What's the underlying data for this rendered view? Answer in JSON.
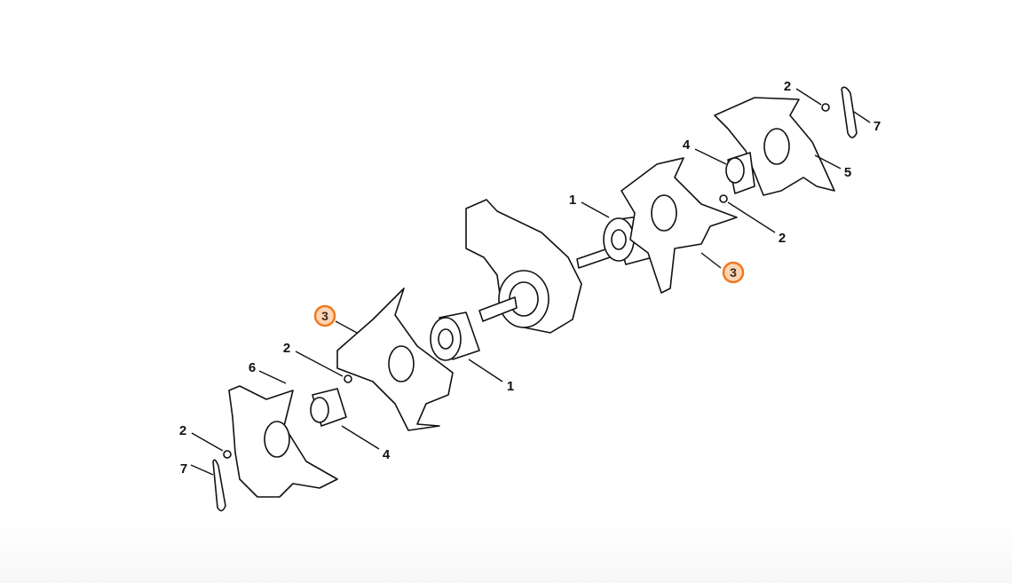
{
  "diagram": {
    "title": "Tiller tine assembly exploded view",
    "highlight_color": "#f07820",
    "highlight_fill": "#fdd5b5",
    "callouts": [
      {
        "label": "3",
        "highlighted": true
      },
      {
        "label": "3",
        "highlighted": true
      },
      {
        "label": "1",
        "highlighted": false
      },
      {
        "label": "1",
        "highlighted": false
      },
      {
        "label": "2",
        "highlighted": false
      },
      {
        "label": "2",
        "highlighted": false
      },
      {
        "label": "2",
        "highlighted": false
      },
      {
        "label": "2",
        "highlighted": false
      },
      {
        "label": "4",
        "highlighted": false
      },
      {
        "label": "4",
        "highlighted": false
      },
      {
        "label": "5",
        "highlighted": false
      },
      {
        "label": "6",
        "highlighted": false
      },
      {
        "label": "7",
        "highlighted": false
      },
      {
        "label": "7",
        "highlighted": false
      }
    ]
  }
}
